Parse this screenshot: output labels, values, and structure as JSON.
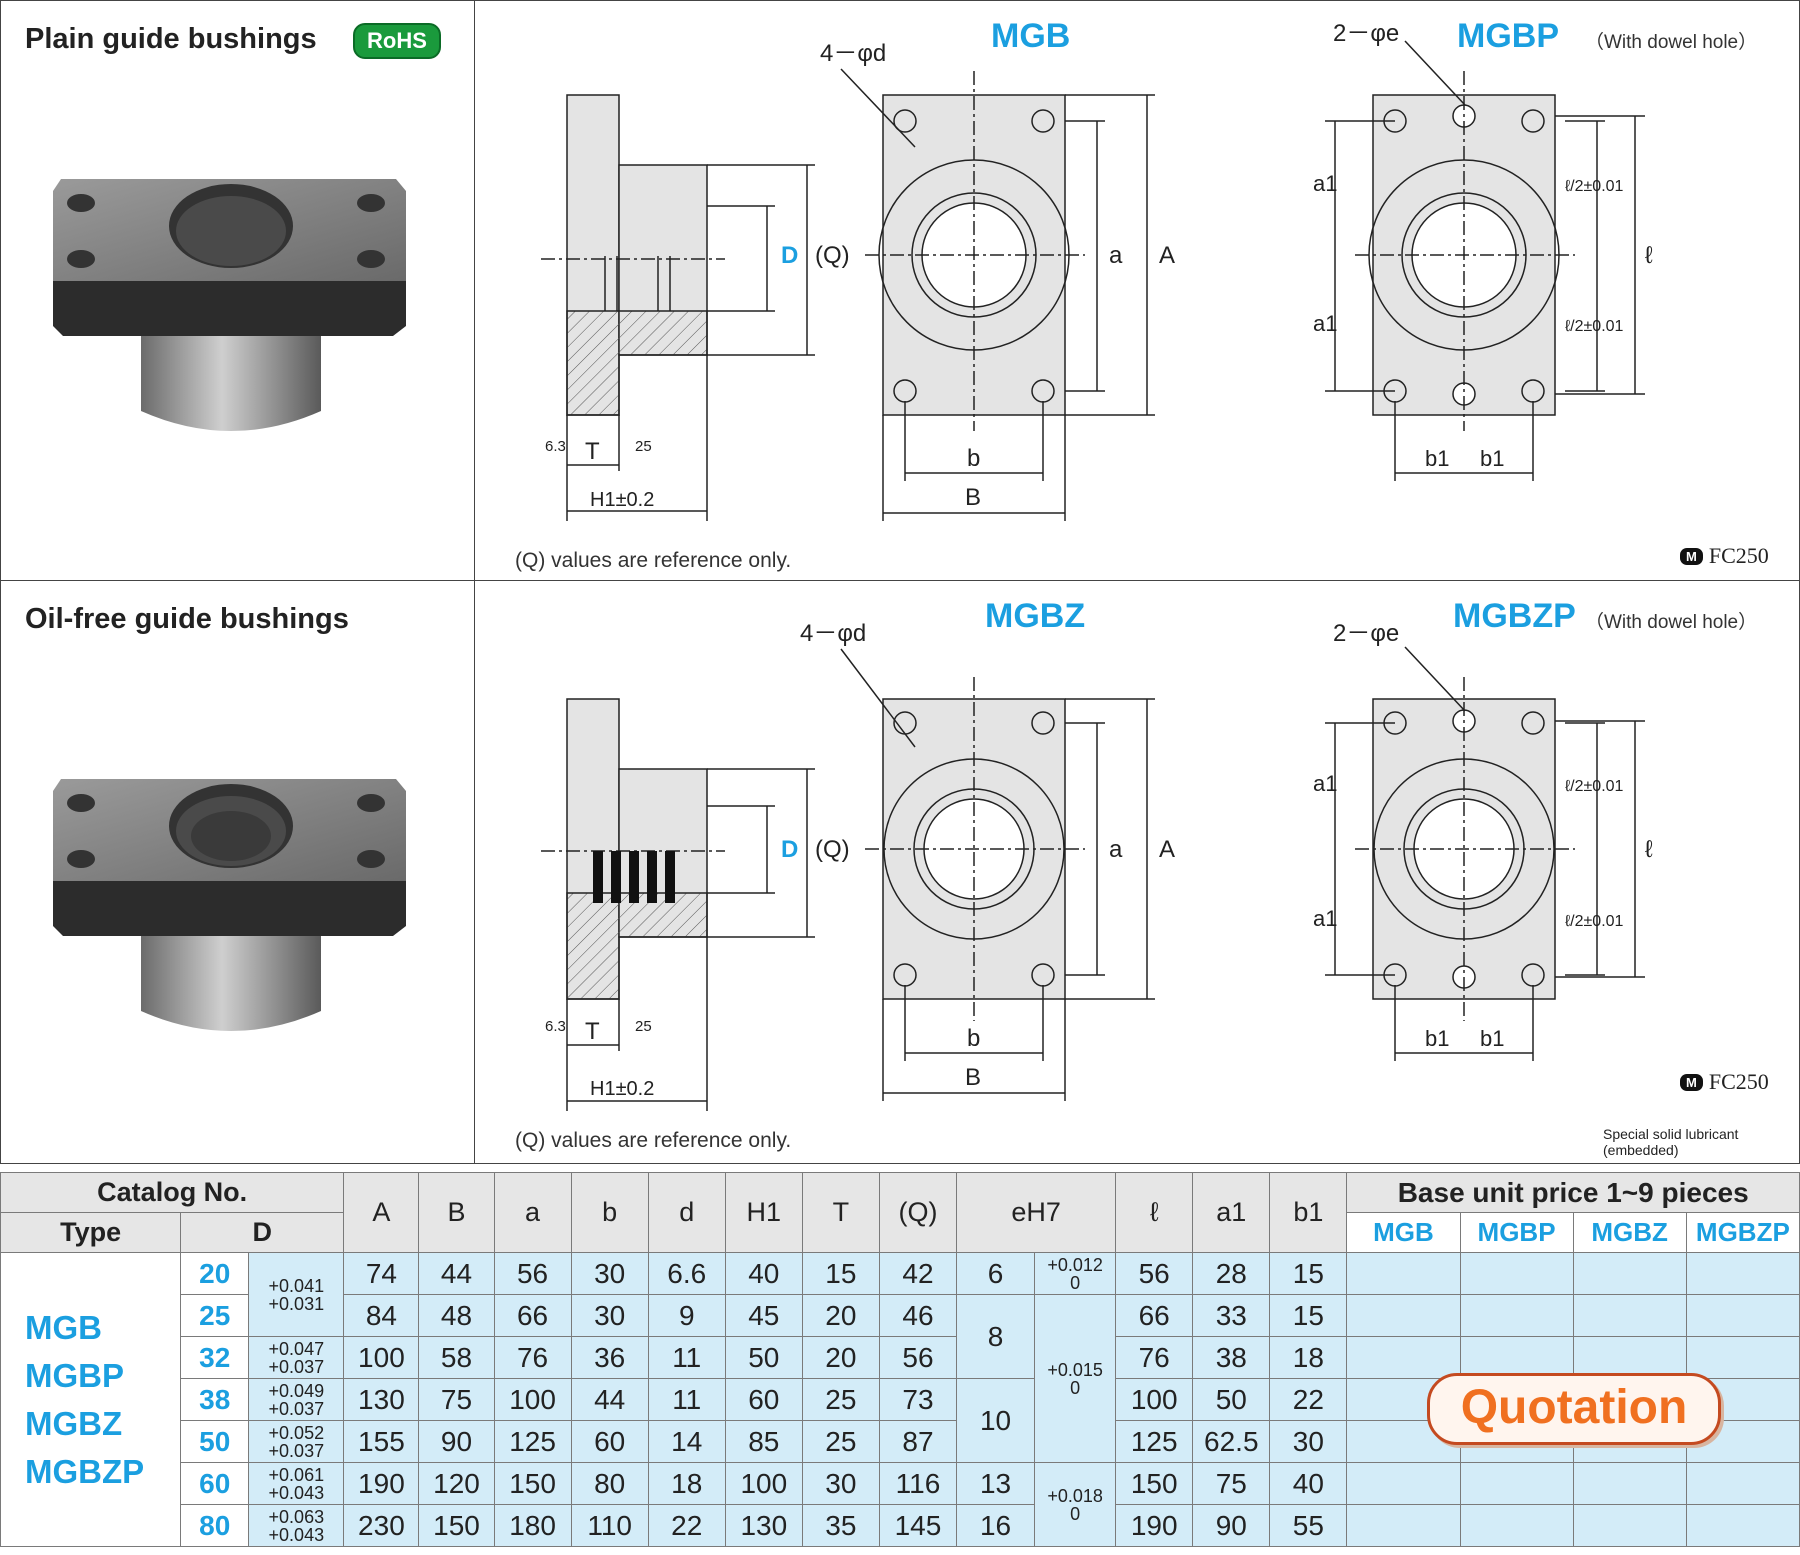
{
  "top_panel": {
    "title": "Plain guide bushings",
    "badge": "RoHS",
    "model_main": "MGB",
    "model_dowel": "MGBP",
    "dowel_note": "（With dowel hole）",
    "reference_note": "(Q)  values are reference only.",
    "material_badge": "M",
    "material": "FC250"
  },
  "bottom_panel": {
    "title": "Oil-free guide bushings",
    "model_main": "MGBZ",
    "model_dowel": "MGBZP",
    "dowel_note": "（With dowel hole）",
    "reference_note": "(Q)  values are reference only.",
    "material_badge": "M",
    "material": "FC250",
    "lubricant_note": "Special solid lubricant (embedded)"
  },
  "drawing_labels": {
    "holes_d": "4－φd",
    "holes_e": "2－φe",
    "D": "D",
    "Q": "(Q)",
    "a": "a",
    "A": "A",
    "b": "b",
    "B": "B",
    "T": "T",
    "H1": "H1±0.2",
    "a1": "a1",
    "b1": "b1",
    "l": "ℓ",
    "half_l": "ℓ/2±0.01",
    "rough1": "6.3",
    "rough2": "25"
  },
  "table": {
    "catalog_header": "Catalog No.",
    "type_header": "Type",
    "d_header": "D",
    "columns": [
      "A",
      "B",
      "a",
      "b",
      "d",
      "H1",
      "T",
      "(Q)",
      "eH7",
      "ℓ",
      "a1",
      "b1"
    ],
    "price_header": "Base unit price 1~9 pieces",
    "price_models": [
      "MGB",
      "MGBP",
      "MGBZ",
      "MGBZP"
    ],
    "types": [
      "MGB",
      "MGBP",
      "MGBZ",
      "MGBZP"
    ],
    "rows": [
      {
        "D": "20",
        "A": "74",
        "B": "44",
        "a": "56",
        "b": "30",
        "d": "6.6",
        "H1": "40",
        "T": "15",
        "Q": "42",
        "e": "6",
        "l": "56",
        "a1": "28",
        "b1": "15"
      },
      {
        "D": "25",
        "A": "84",
        "B": "48",
        "a": "66",
        "b": "30",
        "d": "9",
        "H1": "45",
        "T": "20",
        "Q": "46",
        "e": "8",
        "l": "66",
        "a1": "33",
        "b1": "15"
      },
      {
        "D": "32",
        "A": "100",
        "B": "58",
        "a": "76",
        "b": "36",
        "d": "11",
        "H1": "50",
        "T": "20",
        "Q": "56",
        "e": "",
        "l": "76",
        "a1": "38",
        "b1": "18"
      },
      {
        "D": "38",
        "A": "130",
        "B": "75",
        "a": "100",
        "b": "44",
        "d": "11",
        "H1": "60",
        "T": "25",
        "Q": "73",
        "e": "10",
        "l": "100",
        "a1": "50",
        "b1": "22"
      },
      {
        "D": "50",
        "A": "155",
        "B": "90",
        "a": "125",
        "b": "60",
        "d": "14",
        "H1": "85",
        "T": "25",
        "Q": "87",
        "e": "",
        "l": "125",
        "a1": "62.5",
        "b1": "30"
      },
      {
        "D": "60",
        "A": "190",
        "B": "120",
        "a": "150",
        "b": "80",
        "d": "18",
        "H1": "100",
        "T": "30",
        "Q": "116",
        "e": "13",
        "l": "150",
        "a1": "75",
        "b1": "40"
      },
      {
        "D": "80",
        "A": "230",
        "B": "150",
        "a": "180",
        "b": "110",
        "d": "22",
        "H1": "130",
        "T": "35",
        "Q": "145",
        "e": "16",
        "l": "190",
        "a1": "90",
        "b1": "55"
      }
    ],
    "d_tolerances": [
      {
        "upper": "+0.041",
        "lower": "+0.031"
      },
      {
        "upper": "+0.047",
        "lower": "+0.037"
      },
      {
        "upper": "+0.049",
        "lower": "+0.037"
      },
      {
        "upper": "+0.052",
        "lower": "+0.037"
      },
      {
        "upper": "+0.061",
        "lower": "+0.043"
      },
      {
        "upper": "+0.063",
        "lower": "+0.043"
      }
    ],
    "e_tolerances": [
      {
        "upper": "+0.012",
        "lower": "0"
      },
      {
        "upper": "+0.015",
        "lower": "0"
      },
      {
        "upper": "+0.018",
        "lower": "0"
      }
    ],
    "quotation": "Quotation"
  }
}
